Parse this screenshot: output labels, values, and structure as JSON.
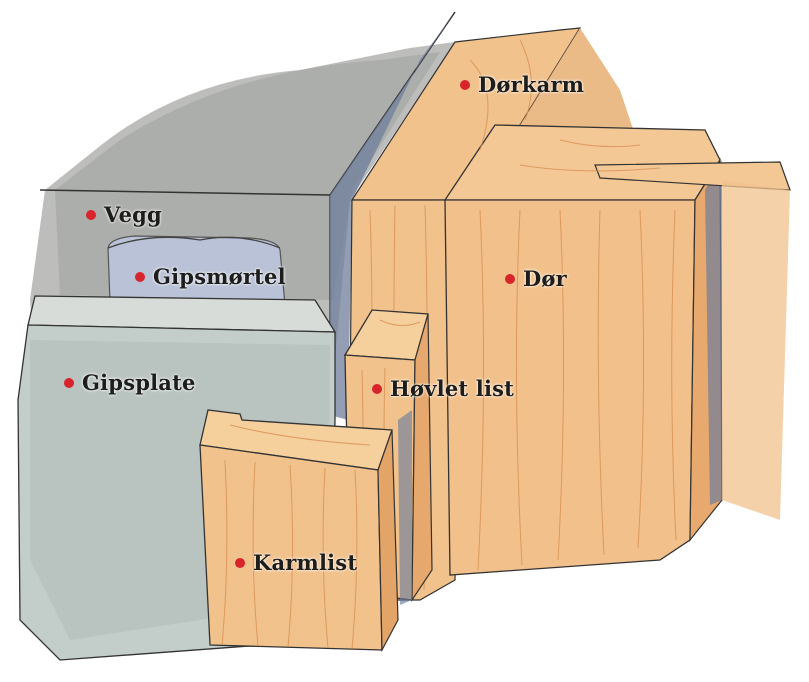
{
  "colors": {
    "dot": "#d8242b",
    "label": "#1d1d1b",
    "wood": "#f1c28c",
    "wood_dark": "#e2a567",
    "wood_grain": "#d98f52",
    "wall_grey": "#a9aaa7",
    "plaster_board": "#c9d2cf",
    "mortar_blue": "#b9c2d6",
    "shadow_blue": "#6f7e9c"
  },
  "labels": [
    {
      "id": "dorkarm",
      "text": "Dørkarm"
    },
    {
      "id": "vegg",
      "text": "Vegg"
    },
    {
      "id": "gipsmortel",
      "text": "Gipsmørtel"
    },
    {
      "id": "dor",
      "text": "Dør"
    },
    {
      "id": "gipsplate",
      "text": "Gipsplate"
    },
    {
      "id": "hovlet-list",
      "text": "Høvlet list"
    },
    {
      "id": "karmlist",
      "text": "Karmlist"
    }
  ]
}
